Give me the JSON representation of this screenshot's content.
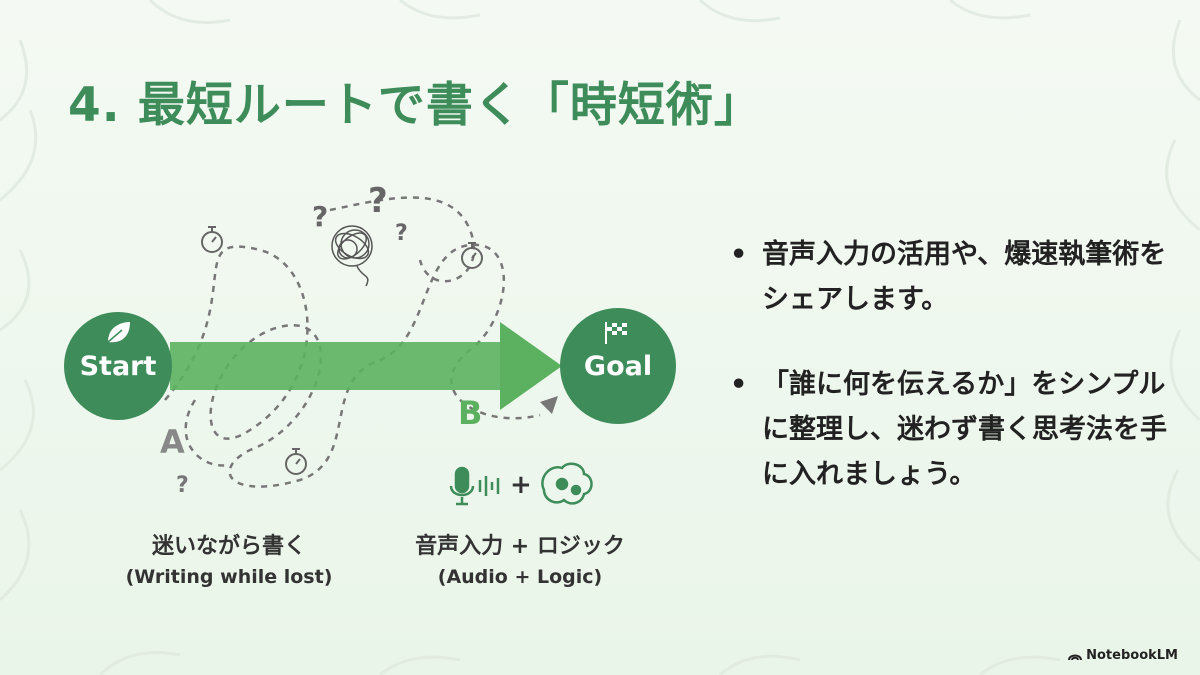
{
  "slide": {
    "title": "4. 最短ルートで書く「時短術」"
  },
  "diagram": {
    "start_label": "Start",
    "goal_label": "Goal",
    "route_a_letter": "A",
    "route_b_letter": "B",
    "plus_symbol": "+",
    "route_a_caption": "迷いながら書く",
    "route_a_caption_en": "(Writing while lost)",
    "route_b_caption": "音声入力 + ロジック",
    "route_b_caption_en": "(Audio + Logic)",
    "icons": [
      "leaf-icon",
      "flag-icon",
      "stopwatch-icon",
      "question-mark-icon",
      "tangle-icon",
      "microphone-icon",
      "brain-gear-icon"
    ]
  },
  "bullets": [
    "音声入力の活用や、爆速執筆術をシェアします。",
    "「誰に何を伝えるか」をシンプルに整理し、迷わず書く思考法を手に入れましょう。"
  ],
  "brand": {
    "name": "NotebookLM"
  },
  "colors": {
    "title": "#3d8c5a",
    "node": "#3d8c5a",
    "arrow": "#5bb15f",
    "letter_b": "#5bb15f",
    "letter_a": "#888888"
  }
}
